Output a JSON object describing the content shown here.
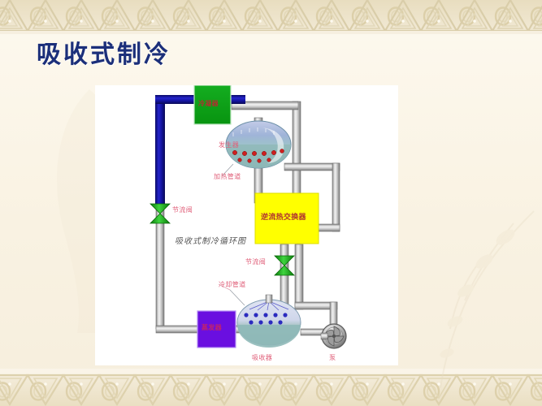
{
  "slide": {
    "title": "吸收式制冷",
    "background_color": "#f9f2e2",
    "title_color": "#1b2f7a",
    "border_color": "#ece2c8"
  },
  "diagram": {
    "caption": "吸收式制冷循环图",
    "panel_background": "#ffffff",
    "components": [
      {
        "id": "condenser",
        "label": "冷凝器",
        "color": "#0f9c1d",
        "text_color": "#b03030",
        "shape": "rect"
      },
      {
        "id": "generator",
        "label": "发生器",
        "color": "#8fb6cf",
        "text_color": "#e0607a",
        "shape": "ellipse"
      },
      {
        "id": "heat-exchanger",
        "label": "逆流热交换器",
        "color": "#ffff00",
        "text_color": "#b03030",
        "shape": "rect"
      },
      {
        "id": "evaporator",
        "label": "蒸发器",
        "color": "#6a0fe0",
        "text_color": "#e0607a",
        "shape": "rect"
      },
      {
        "id": "absorber",
        "label": "吸收器",
        "color": "#c9d8e8",
        "text_color": "#e0607a",
        "shape": "ellipse"
      },
      {
        "id": "pump",
        "label": "泵",
        "color": "#b8b8b8",
        "text_color": "#e0607a",
        "shape": "circle"
      }
    ],
    "annotations": [
      {
        "id": "heating-pipe",
        "label": "加热管道"
      },
      {
        "id": "cooling-pipe",
        "label": "冷却管道"
      },
      {
        "id": "throttle-valve-1",
        "label": "节流阀"
      },
      {
        "id": "throttle-valve-2",
        "label": "节流阀"
      }
    ],
    "pipe_colors": {
      "vapor_blue": "#1a1aa8",
      "metal_light": "#e8e8e8",
      "metal_mid": "#a8a8a8",
      "metal_dark": "#6e6e6e",
      "valve_green": "#16a016"
    }
  }
}
